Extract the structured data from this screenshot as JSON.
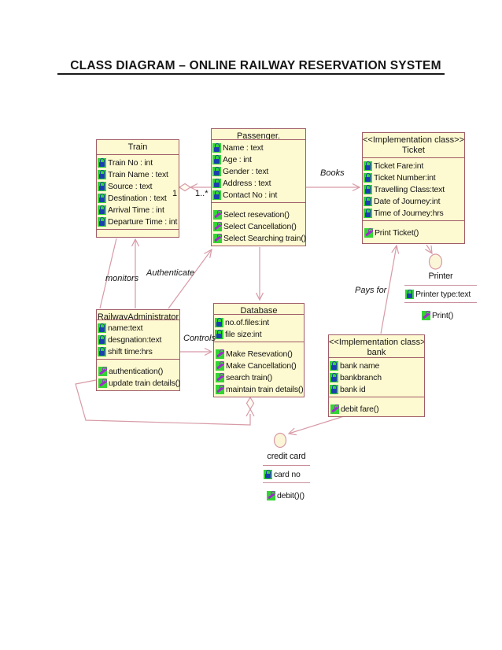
{
  "title": "CLASS DIAGRAM – ONLINE RAILWAY RESERVATION SYSTEM",
  "classes": {
    "train": {
      "name": "Train",
      "attributes": [
        "Train No : int",
        "Train Name : text",
        "Source : text",
        "Destination : text",
        "Arrival Time : int",
        "Departure Time : int"
      ],
      "methods": []
    },
    "passenger": {
      "name": "Passenger.",
      "attributes": [
        "Name : text",
        "Age : int",
        "Gender : text",
        "Address : text",
        "Contact No : int"
      ],
      "methods": [
        "Select resevation()",
        "Select Cancellation()",
        "Select Searching train()"
      ]
    },
    "ticket": {
      "stereotype": "<<Implementation class>>",
      "name": "Ticket",
      "attributes": [
        "Ticket Fare:int",
        "Ticket Number:int",
        "Travelling Class:text",
        "Date of Journey:int",
        "Time of Journey:hrs"
      ],
      "methods": [
        "Print Ticket()"
      ]
    },
    "railway_administrator": {
      "name": "RailwayAdministrator",
      "attributes": [
        "name:text",
        "desgnation:text",
        "shift time:hrs"
      ],
      "methods": [
        "authentication()",
        "update train details()"
      ]
    },
    "database": {
      "name": "Database",
      "attributes": [
        "no.of.files:int",
        "file size:int"
      ],
      "methods": [
        "Make Resevation()",
        "Make Cancellation()",
        "search train()",
        "maintain train details()"
      ]
    },
    "bank": {
      "stereotype": "<<Implementation class>>",
      "name": "bank",
      "attributes": [
        "bank name",
        "bankbranch",
        "bank id"
      ],
      "methods": [
        "debit fare()"
      ]
    },
    "printer": {
      "name": "Printer",
      "attributes": [
        "Printer type:text"
      ],
      "methods": [
        "Print()"
      ]
    },
    "credit_card": {
      "name": "credit card",
      "attributes": [
        "card no"
      ],
      "methods": [
        "debit()()"
      ]
    }
  },
  "relationships": {
    "books": "Books",
    "monitors": "monitors",
    "authenticate": "Authenticate",
    "controls": "Controls",
    "pays_for": "Pays for",
    "train_multiplicity": "1",
    "passenger_multiplicity": "1..*"
  },
  "icons": {
    "attribute": "lock-icon",
    "method": "wrench-icon"
  },
  "colors": {
    "box_fill": "#fdf9d0",
    "box_border": "#a05c68",
    "connector": "#d79aa6",
    "icon_green": "#35d435",
    "lock_blue": "#1c3fb0",
    "method_purple": "#a02acb"
  }
}
